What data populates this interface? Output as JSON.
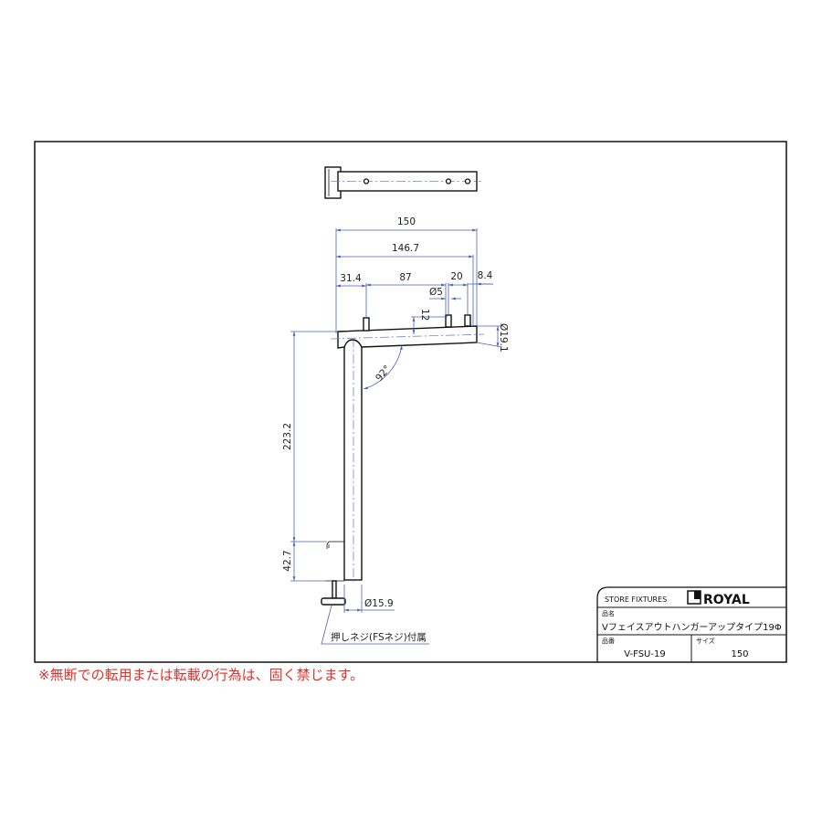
{
  "dimensions": {
    "overall_length": "150",
    "arm_length": "146.7",
    "first_pin_offset": "31.4",
    "pin_spacing_1": "87",
    "pin_spacing_2": "20",
    "end_offset": "8.4",
    "pin_diameter": "Ø5",
    "pin_height": "12",
    "arm_diameter": "Ø19.1",
    "angle": "92°",
    "upright_length": "223.2",
    "clamp_height": "42.7",
    "upright_diameter": "Ø15.9"
  },
  "note_screw": "押しネジ(FSネジ)付属",
  "title_block": {
    "company_label": "STORE FIXTURES",
    "brand": "ROYAL",
    "name_label": "品名",
    "name_value": "Vフェイスアウトハンガーアップタイプ19Φ",
    "part_no_label": "品番",
    "part_no_value": "V-FSU-19",
    "size_label": "サイズ",
    "size_value": "150"
  },
  "warning": "※無断での転用または転載の行為は、固く禁じます。",
  "colors": {
    "dimension": "#4a64b4",
    "warning": "#e0302a"
  }
}
